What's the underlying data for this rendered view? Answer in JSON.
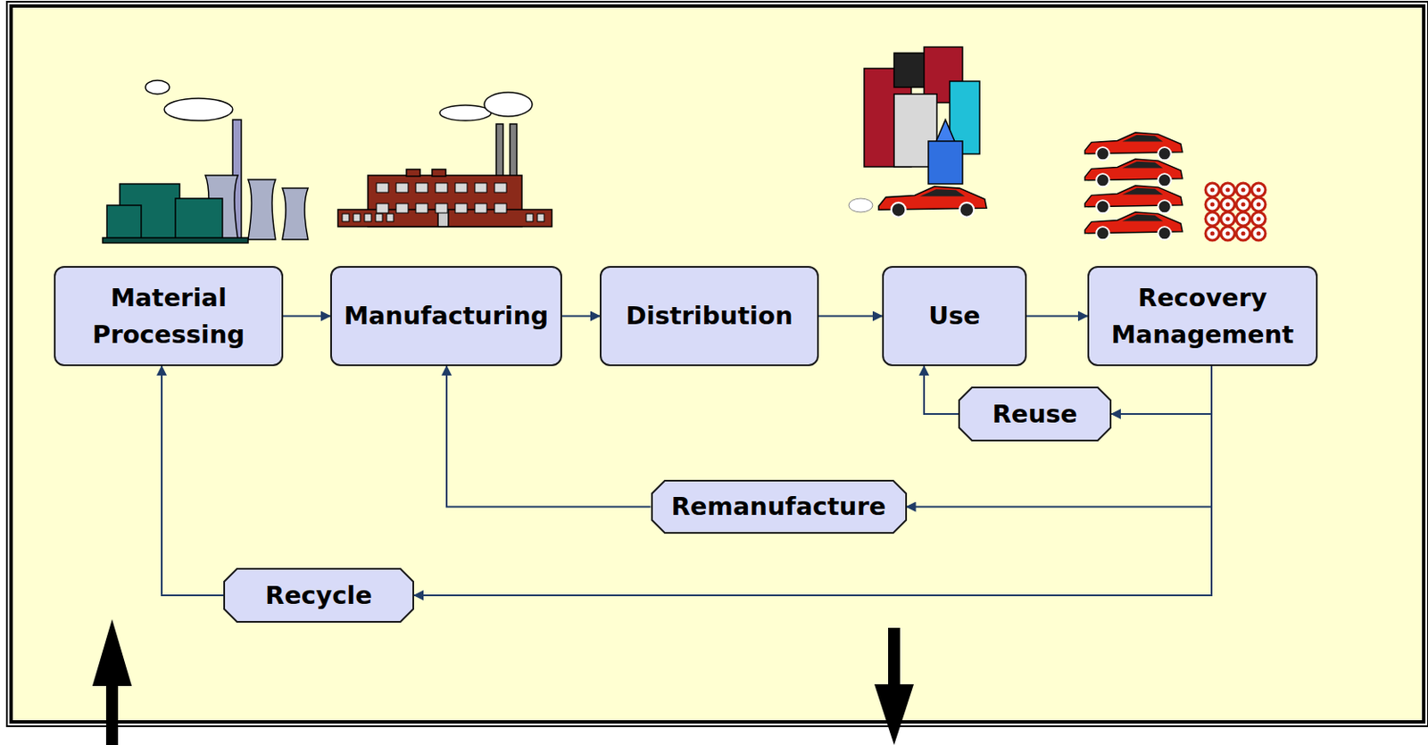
{
  "diagram": {
    "nodes": [
      {
        "text": [
          "Material Processing"
        ]
      },
      {
        "text": [
          "Manufacturing"
        ]
      },
      {
        "text": [
          "Distribution"
        ]
      },
      {
        "text": [
          "Use"
        ]
      },
      {
        "text": [
          "Recovery Management"
        ]
      },
      {
        "text": [
          "Reuse"
        ]
      },
      {
        "text": [
          "Remanufacture"
        ]
      },
      {
        "text": [
          "Recycle"
        ]
      }
    ],
    "edges": [
      {
        "from": 0,
        "to": 1,
        "arrow": "to"
      },
      {
        "from": 1,
        "to": 2,
        "arrow": "to"
      },
      {
        "from": 2,
        "to": 3,
        "arrow": "to"
      },
      {
        "from": 3,
        "to": 4,
        "arrow": "to"
      },
      {
        "from": 4,
        "to": 5,
        "arrow": "to"
      },
      {
        "from": 5,
        "to": 3,
        "arrow": "to"
      },
      {
        "from": 4,
        "to": 6,
        "arrow": "to"
      },
      {
        "from": 6,
        "to": 1,
        "arrow": "to"
      },
      {
        "from": 4,
        "to": 7,
        "arrow": "to"
      },
      {
        "from": 7,
        "to": 0,
        "arrow": "to"
      }
    ]
  }
}
